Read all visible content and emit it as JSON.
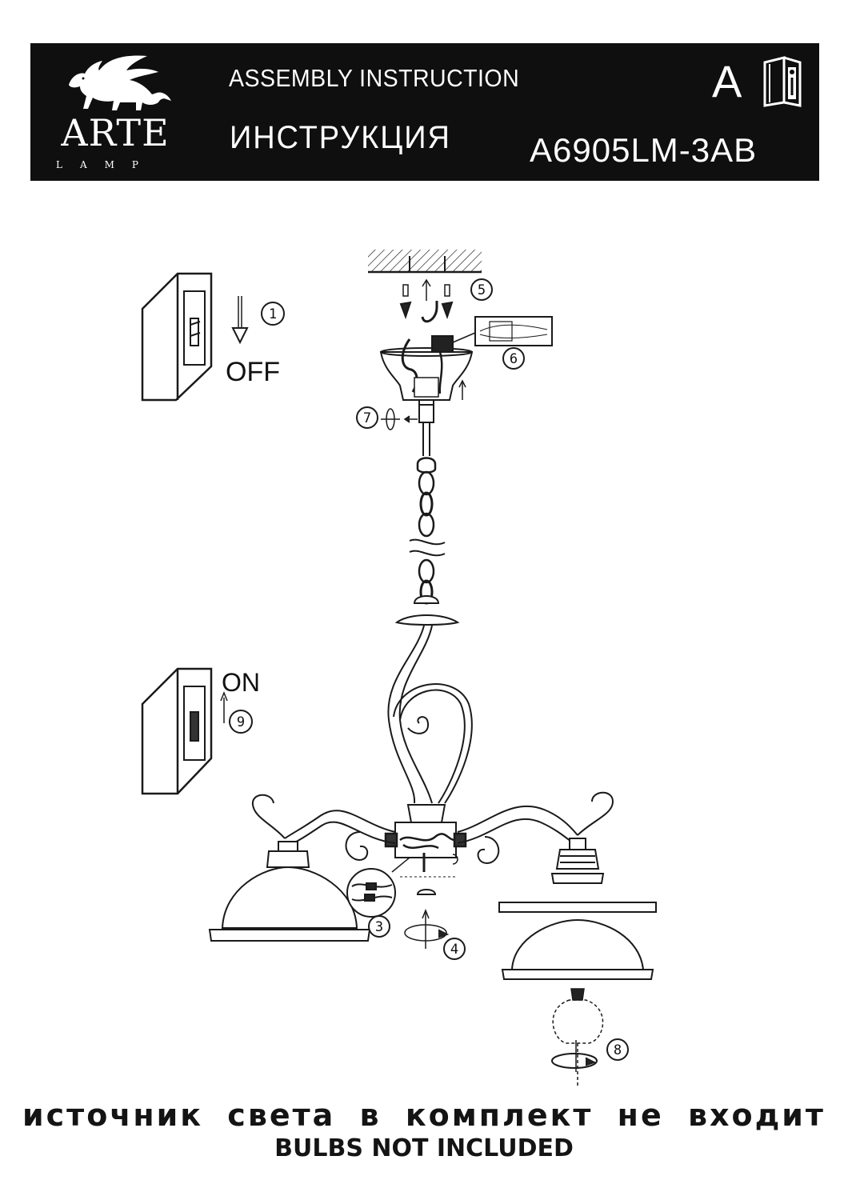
{
  "header": {
    "brand": "ARTE",
    "brand_sub": "LAMP",
    "title_en": "ASSEMBLY INSTRUCTION",
    "title_ru": "ИНСТРУКЦИЯ",
    "model": "A6905LM-3AB",
    "category_letter": "A"
  },
  "icons": [
    "griffin-logo-icon",
    "info-book-icon",
    "wall-switch-icon",
    "arrow-icon",
    "ceiling-icon"
  ],
  "steps": {
    "s1": "1",
    "s3": "3",
    "s4": "4",
    "s5": "5",
    "s6": "6",
    "s7": "7",
    "s8": "8",
    "s9": "9"
  },
  "switch": {
    "off_label": "OFF",
    "on_label": "ON"
  },
  "footer": {
    "note_ru": "источник света в комплект не входит",
    "note_en": "BULBS NOT INCLUDED"
  }
}
